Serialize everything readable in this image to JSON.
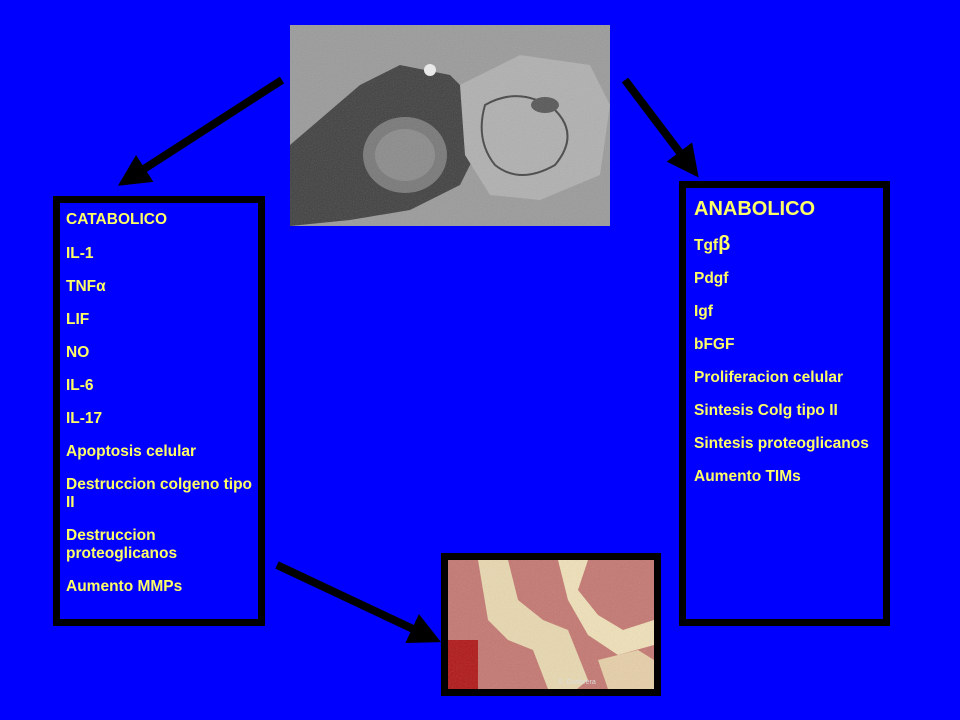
{
  "catabolic": {
    "title": "CATABOLICO",
    "items": [
      "IL-1",
      "TNFα",
      "LIF",
      "NO",
      "IL-6",
      "IL-17",
      "Apoptosis celular",
      "Destruccion colgeno tipo II",
      "Destruccion proteoglicanos",
      "Aumento MMPs"
    ]
  },
  "anabolic": {
    "title": "ANABOLICO",
    "tgf_prefix": "Tgf",
    "tgf_beta": "β",
    "items": [
      "Pdgf",
      "Igf",
      "bFGF",
      "Proliferacion celular",
      "Sintesis Colg tipo II",
      "Sintesis proteoglicanos",
      "Aumento TIMs"
    ]
  },
  "histology": {
    "credit": "S. Gusbrera"
  },
  "colors": {
    "background": "#0000ff",
    "text": "#ffff66",
    "border": "#000000"
  }
}
